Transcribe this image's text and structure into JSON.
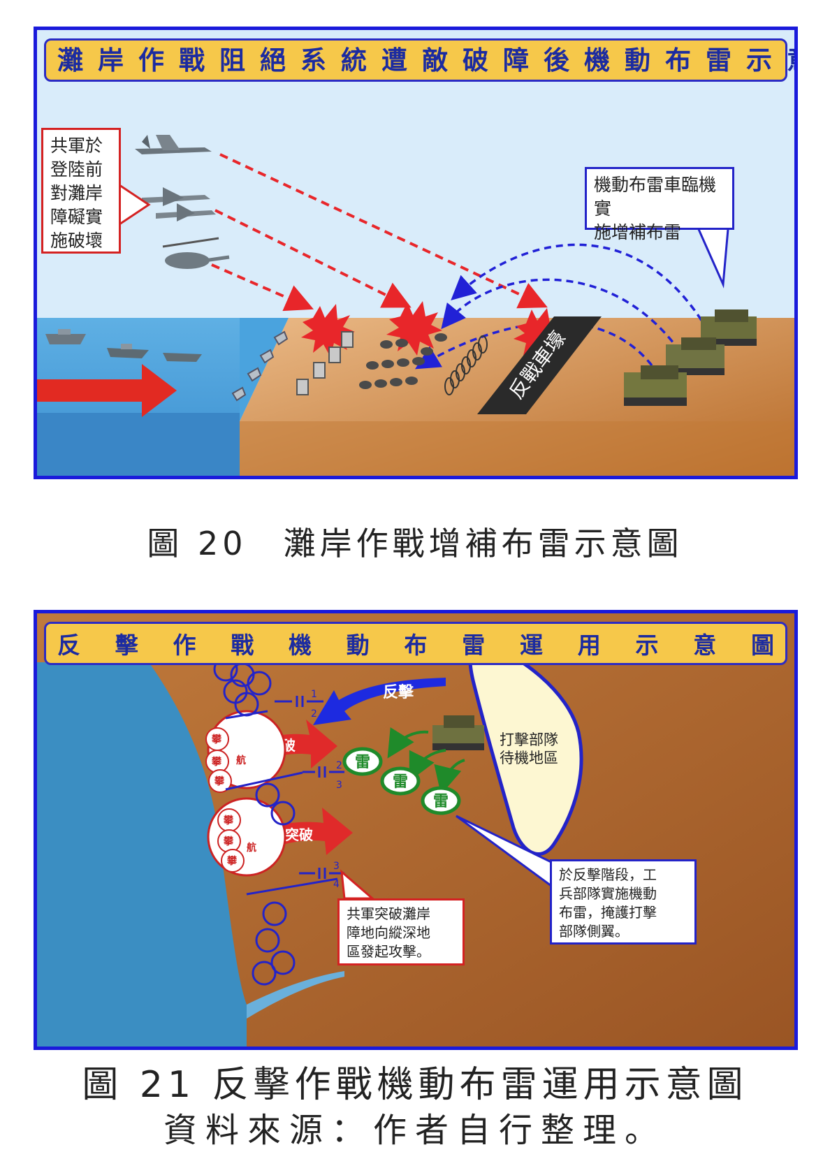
{
  "figure20": {
    "banner_title": "灘岸作戰阻絕系統遭敵破障後機動布雷示意圖",
    "left_callout": [
      "共軍於",
      "登陸前",
      "對灘岸",
      "障礙實",
      "施破壞"
    ],
    "right_callout": [
      "機動布雷車臨機實",
      "施增補布雷"
    ],
    "trench_label": "反戰車壕",
    "caption": "圖 20　灘岸作戰增補布雷示意圖"
  },
  "figure21": {
    "banner_title": [
      "反",
      "擊",
      "作",
      "戰",
      "機",
      "動",
      "布",
      "雷",
      "運",
      "用",
      "示",
      "意",
      "圖"
    ],
    "counterattack_label": "反擊",
    "breakthrough_label_1": "突破",
    "breakthrough_label_2": "突破",
    "mine_label": "雷",
    "standby_area_label": [
      "打擊部隊",
      "待機地區"
    ],
    "engineer_callout": [
      "於反擊階段，工",
      "兵部隊實施機動",
      "布雷，掩護打擊",
      "部隊側翼。"
    ],
    "enemy_callout": [
      "共軍突破灘岸",
      "障地向縱深地",
      "區發起攻擊。"
    ],
    "unit_labels": [
      "攀",
      "攀",
      "攀",
      "攀",
      "攀",
      "攀"
    ],
    "unit_side_labels": [
      "航",
      "航"
    ],
    "numbers": [
      "1",
      "2",
      "2",
      "3",
      "3",
      "4"
    ],
    "caption": "圖 21 反擊作戰機動布雷運用示意圖",
    "source": "資料來源：作者自行整理。"
  }
}
